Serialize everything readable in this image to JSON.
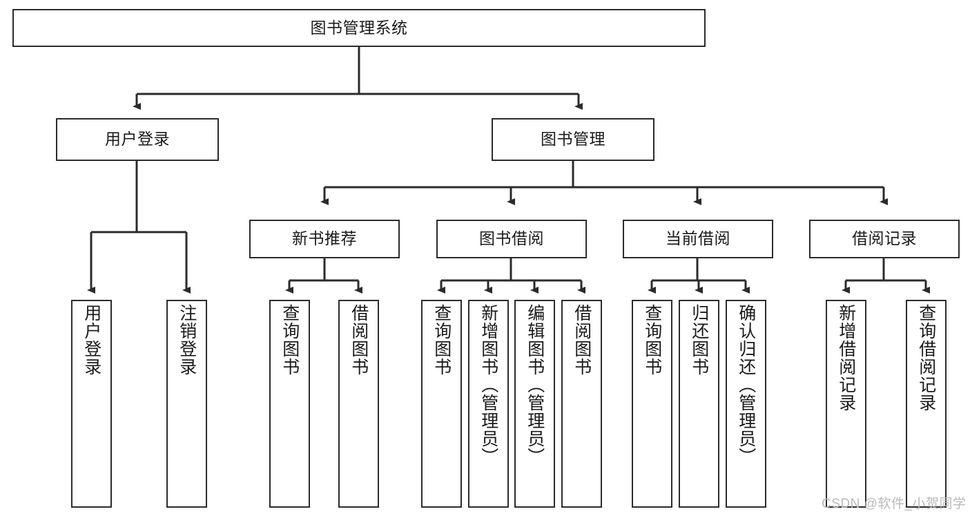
{
  "diagram": {
    "title": "图书管理系统",
    "type": "tree-hierarchy",
    "watermark": "CSDN @软件_小贺同学",
    "colors": {
      "stroke": "#2b2b2b",
      "background": "#ffffff",
      "text": "#1a1a1a",
      "watermark": "#b9b9b9"
    },
    "nodes": {
      "root": {
        "label": "图书管理系统"
      },
      "level2": [
        {
          "id": "user-login",
          "label": "用户登录"
        },
        {
          "id": "book-management",
          "label": "图书管理"
        }
      ],
      "level3": [
        {
          "id": "new-book-recommend",
          "label": "新书推荐"
        },
        {
          "id": "book-borrow",
          "label": "图书借阅"
        },
        {
          "id": "current-borrow",
          "label": "当前借阅"
        },
        {
          "id": "borrow-record",
          "label": "借阅记录"
        }
      ],
      "leaves": {
        "user-login": [
          {
            "id": "leaf-user-login",
            "label": "用户登录"
          },
          {
            "id": "leaf-logout",
            "label": "注销登录"
          }
        ],
        "new-book-recommend": [
          {
            "id": "leaf-query-book-1",
            "label": "查询图书"
          },
          {
            "id": "leaf-borrow-book-1",
            "label": "借阅图书"
          }
        ],
        "book-borrow": [
          {
            "id": "leaf-query-book-2",
            "label": "查询图书"
          },
          {
            "id": "leaf-add-book",
            "label": "新增图书（管理员）"
          },
          {
            "id": "leaf-edit-book",
            "label": "编辑图书（管理员）"
          },
          {
            "id": "leaf-borrow-book-2",
            "label": "借阅图书"
          }
        ],
        "current-borrow": [
          {
            "id": "leaf-query-book-3",
            "label": "查询图书"
          },
          {
            "id": "leaf-return-book",
            "label": "归还图书"
          },
          {
            "id": "leaf-confirm-return",
            "label": "确认归还（管理员）"
          }
        ],
        "borrow-record": [
          {
            "id": "leaf-add-record",
            "label": "新增借阅记录"
          },
          {
            "id": "leaf-query-record",
            "label": "查询借阅记录"
          }
        ]
      }
    }
  }
}
